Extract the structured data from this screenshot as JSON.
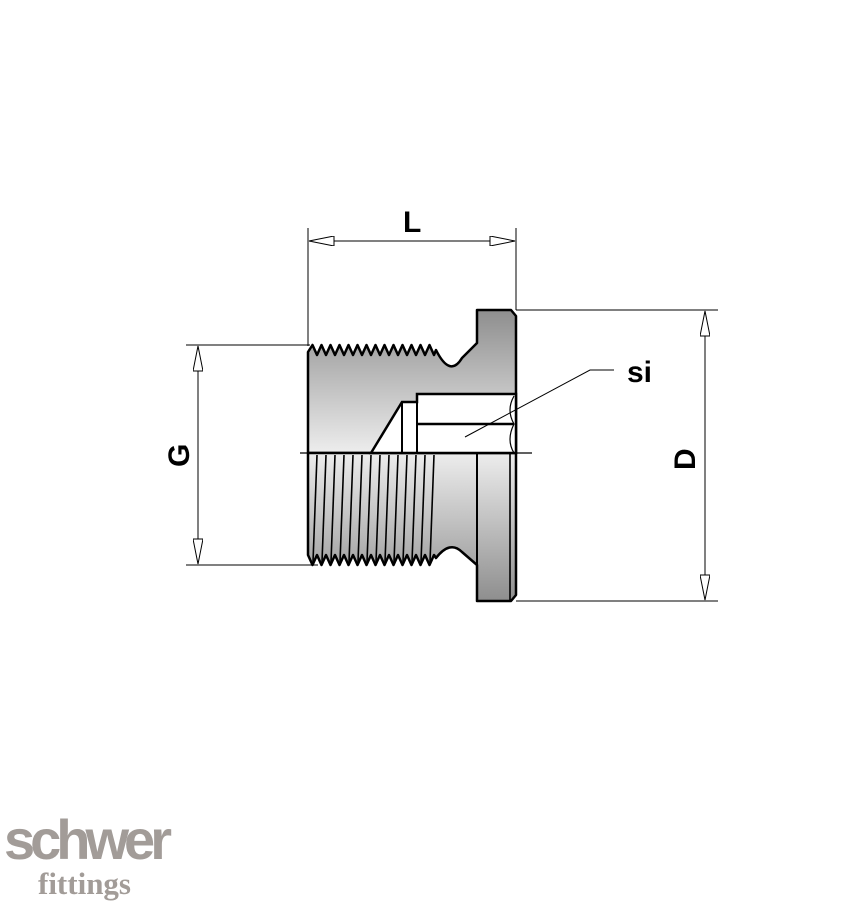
{
  "drawing": {
    "dimensions": {
      "length": "L",
      "thread": "G",
      "diameter": "D",
      "hex_socket": "si"
    },
    "fill_colors": {
      "dark": "#8e8e8e",
      "light": "#ededed",
      "line": "#000000"
    }
  },
  "logo": {
    "line1": "schwer",
    "line2": "fittings",
    "color": "#a29c98"
  }
}
